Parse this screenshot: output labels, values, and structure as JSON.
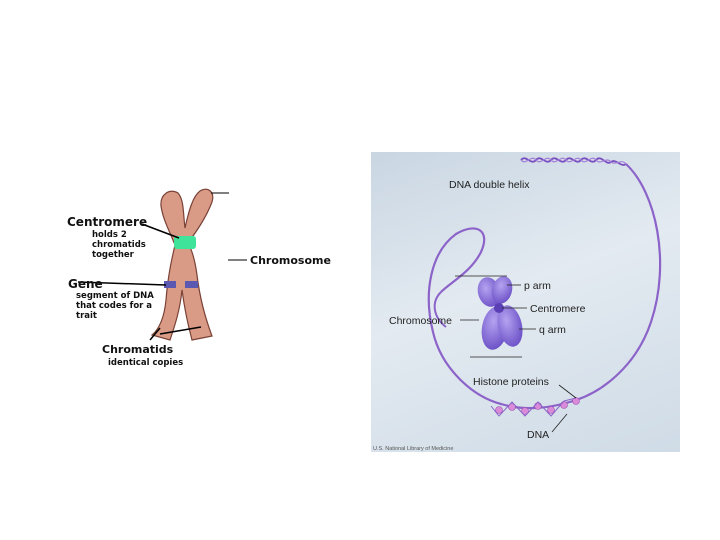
{
  "left_diagram": {
    "centromere_title": "Centromere",
    "centromere_desc": [
      "holds 2",
      "chromatids",
      "together"
    ],
    "chromosome_label": "Chromosome",
    "gene_title": "Gene",
    "gene_desc": [
      "segment of DNA",
      "that codes for a",
      "trait"
    ],
    "chromatids_title": "Chromatids",
    "chromatids_desc": "identical copies",
    "colors": {
      "chromosome_fill": "#d99a86",
      "centromere": "#3fe39a",
      "gene_band": "#5a58b0"
    }
  },
  "right_diagram": {
    "dna_double_helix": "DNA double helix",
    "p_arm": "p arm",
    "centromere": "Centromere",
    "chromosome": "Chromosome",
    "q_arm": "q arm",
    "histone_proteins": "Histone proteins",
    "dna": "DNA",
    "credit": "U.S. National Library of Medicine",
    "colors": {
      "chromosome": "#8a6fd8",
      "dna_strand": "#8c63c9",
      "histone": "#d98ad9"
    }
  }
}
